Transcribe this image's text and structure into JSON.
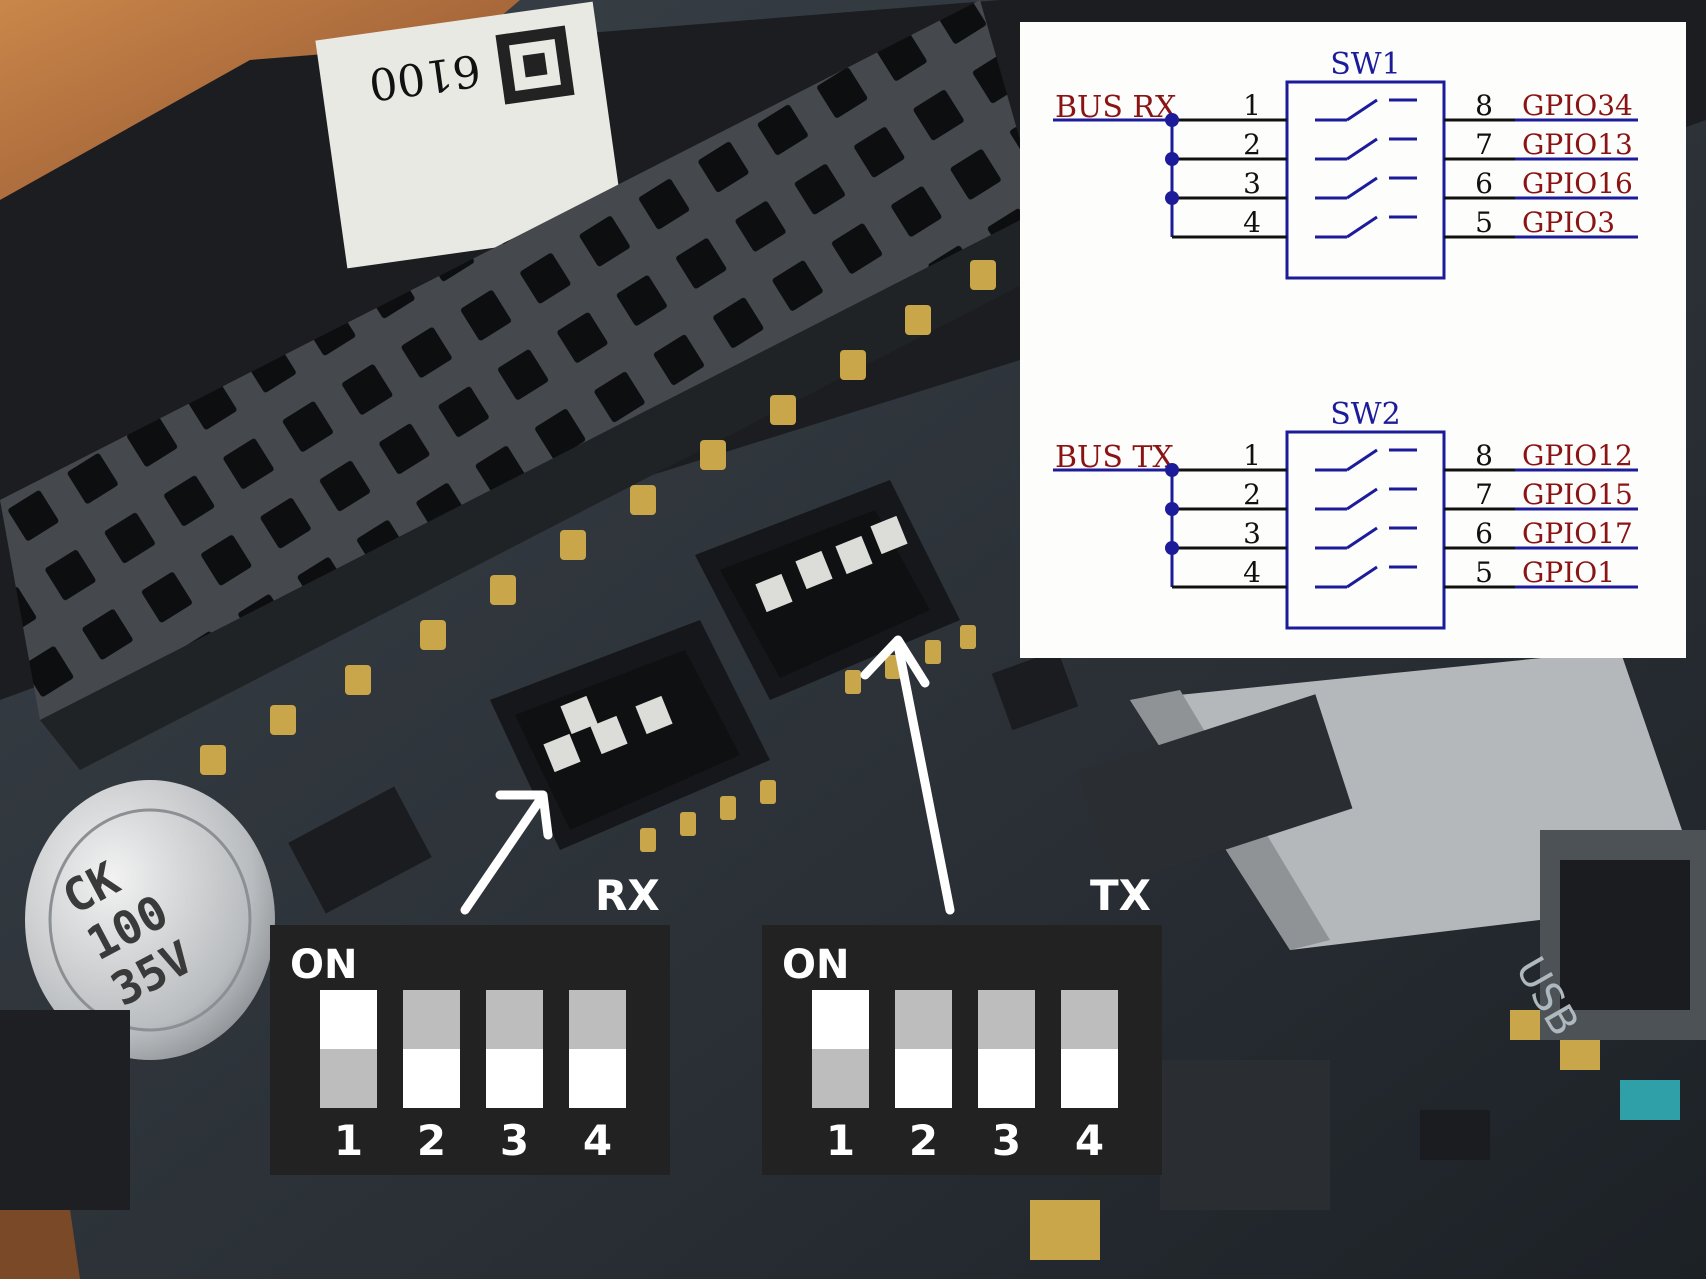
{
  "photo": {
    "sticker_text": "6100",
    "capacitor": {
      "line1": "CK",
      "line2": "100",
      "line3": "35V"
    },
    "board_silkscreen": [
      "ON",
      "1",
      "2",
      "3",
      "4",
      "USB"
    ]
  },
  "callouts": {
    "rx_label": "RX",
    "tx_label": "TX"
  },
  "rx_panel": {
    "on_label": "ON",
    "switches": [
      {
        "number": "1",
        "on": true
      },
      {
        "number": "2",
        "on": false
      },
      {
        "number": "3",
        "on": false
      },
      {
        "number": "4",
        "on": false
      }
    ]
  },
  "tx_panel": {
    "on_label": "ON",
    "switches": [
      {
        "number": "1",
        "on": true
      },
      {
        "number": "2",
        "on": false
      },
      {
        "number": "3",
        "on": false
      },
      {
        "number": "4",
        "on": false
      }
    ]
  },
  "schematic": {
    "sw1": {
      "title": "SW1",
      "bus_label": "BUS_RX",
      "left_pins": [
        "1",
        "2",
        "3",
        "4"
      ],
      "right_pins": [
        "8",
        "7",
        "6",
        "5"
      ],
      "gpios": [
        "GPIO34",
        "GPIO13",
        "GPIO16",
        "GPIO3"
      ]
    },
    "sw2": {
      "title": "SW2",
      "bus_label": "BUS_TX",
      "left_pins": [
        "1",
        "2",
        "3",
        "4"
      ],
      "right_pins": [
        "8",
        "7",
        "6",
        "5"
      ],
      "gpios": [
        "GPIO12",
        "GPIO15",
        "GPIO17",
        "GPIO1"
      ]
    },
    "colors": {
      "wire_blue": "#1c1c9a",
      "net_red": "#8a1414",
      "background": "#fdfdfb"
    }
  },
  "colors": {
    "panel_bg": "#222222",
    "switch_white": "#ffffff",
    "switch_grey": "#bdbdbd",
    "arrow": "#ffffff"
  }
}
